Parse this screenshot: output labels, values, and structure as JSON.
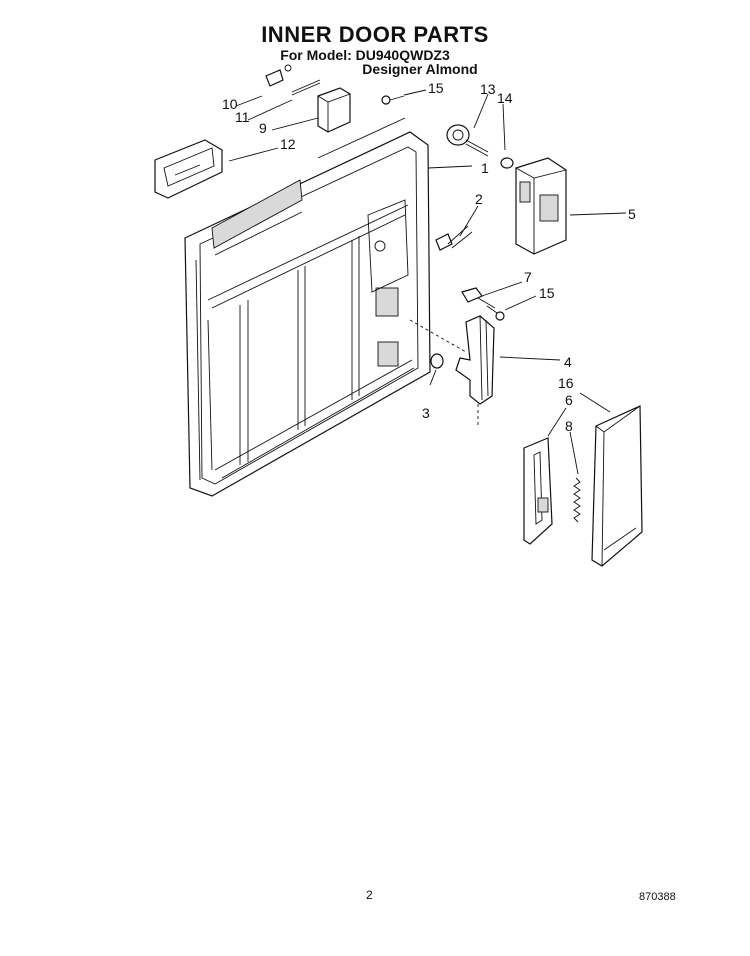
{
  "header": {
    "title": "INNER DOOR PARTS",
    "model_line": "For Model: DU940QWDZ3",
    "color_line": "Designer Almond"
  },
  "callouts": [
    "1",
    "2",
    "3",
    "4",
    "5",
    "6",
    "7",
    "8",
    "9",
    "10",
    "11",
    "12",
    "13",
    "14",
    "15",
    "15",
    "16"
  ],
  "footer": {
    "page_number": "2",
    "doc_code": "870388"
  }
}
